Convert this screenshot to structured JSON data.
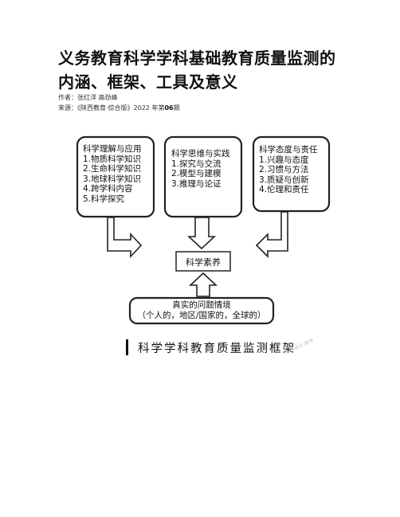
{
  "article": {
    "title": "义务教育科学学科基础教育质量监测的内涵、框架、工具及意义",
    "author_label": "作者：",
    "authors": "张红洋 高劲峰",
    "source_label": "来源：",
    "source_journal": "《陕西教育·综合版》2022 年第",
    "source_issue": "06",
    "source_suffix": "期"
  },
  "diagram": {
    "box1": {
      "title": "科学理解与应用",
      "items": [
        "1.物质科学知识",
        "2.生命科学知识",
        "3.地球科学知识",
        "4.跨学科内容",
        "5.科学探究"
      ]
    },
    "box2": {
      "title": "科学思维与实践",
      "items": [
        "1.探究与交流",
        "2.模型与建模",
        "3.推理与论证"
      ]
    },
    "box3": {
      "title": "科学态度与责任",
      "items": [
        "1.兴趣与态度",
        "2.习惯与方法",
        "3.质疑与创新",
        "4.伦理和责任"
      ]
    },
    "center": "科学素养",
    "bottom": {
      "line1": "真实的问题情境",
      "line2": "（个人的，地区/国家的，全球的）"
    },
    "caption": "科学学科教育质量监测框架",
    "watermark": "陕西·综合·教育"
  }
}
